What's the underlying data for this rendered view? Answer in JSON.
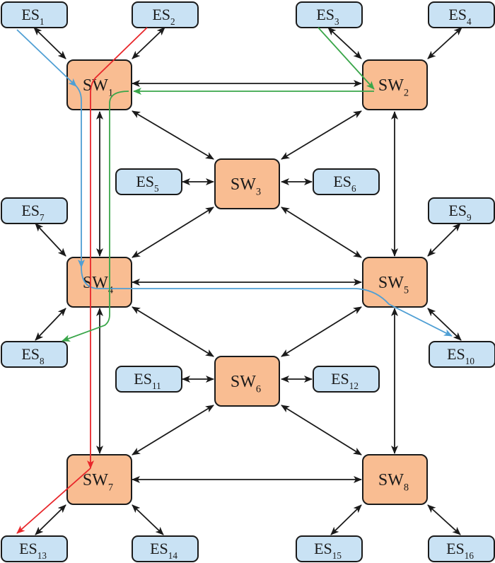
{
  "diagram": {
    "type": "network-topology",
    "colors": {
      "switch_fill": "#f9bd92",
      "end_system_fill": "#c9e2f4",
      "stroke": "#1a1a1a",
      "link": "#1a1a1a",
      "flow_blue": "#4f9fd4",
      "flow_red": "#e8262a",
      "flow_green": "#3aa64a"
    },
    "switches": [
      {
        "id": "SW1",
        "base": "SW",
        "sub": "1"
      },
      {
        "id": "SW2",
        "base": "SW",
        "sub": "2"
      },
      {
        "id": "SW3",
        "base": "SW",
        "sub": "3"
      },
      {
        "id": "SW4",
        "base": "SW",
        "sub": "4"
      },
      {
        "id": "SW5",
        "base": "SW",
        "sub": "5"
      },
      {
        "id": "SW6",
        "base": "SW",
        "sub": "6"
      },
      {
        "id": "SW7",
        "base": "SW",
        "sub": "7"
      },
      {
        "id": "SW8",
        "base": "SW",
        "sub": "8"
      }
    ],
    "end_systems": [
      {
        "id": "ES1",
        "base": "ES",
        "sub": "1",
        "switch": "SW1"
      },
      {
        "id": "ES2",
        "base": "ES",
        "sub": "2",
        "switch": "SW1"
      },
      {
        "id": "ES3",
        "base": "ES",
        "sub": "3",
        "switch": "SW2"
      },
      {
        "id": "ES4",
        "base": "ES",
        "sub": "4",
        "switch": "SW2"
      },
      {
        "id": "ES5",
        "base": "ES",
        "sub": "5",
        "switch": "SW3"
      },
      {
        "id": "ES6",
        "base": "ES",
        "sub": "6",
        "switch": "SW3"
      },
      {
        "id": "ES7",
        "base": "ES",
        "sub": "7",
        "switch": "SW4"
      },
      {
        "id": "ES8",
        "base": "ES",
        "sub": "8",
        "switch": "SW4"
      },
      {
        "id": "ES9",
        "base": "ES",
        "sub": "9",
        "switch": "SW5"
      },
      {
        "id": "ES10",
        "base": "ES",
        "sub": "10",
        "switch": "SW5"
      },
      {
        "id": "ES11",
        "base": "ES",
        "sub": "11",
        "switch": "SW6"
      },
      {
        "id": "ES12",
        "base": "ES",
        "sub": "12",
        "switch": "SW6"
      },
      {
        "id": "ES13",
        "base": "ES",
        "sub": "13",
        "switch": "SW7"
      },
      {
        "id": "ES14",
        "base": "ES",
        "sub": "14",
        "switch": "SW7"
      },
      {
        "id": "ES15",
        "base": "ES",
        "sub": "15",
        "switch": "SW8"
      },
      {
        "id": "ES16",
        "base": "ES",
        "sub": "16",
        "switch": "SW8"
      }
    ],
    "switch_links": [
      [
        "SW1",
        "SW2"
      ],
      [
        "SW1",
        "SW4"
      ],
      [
        "SW1",
        "SW3"
      ],
      [
        "SW2",
        "SW3"
      ],
      [
        "SW2",
        "SW5"
      ],
      [
        "SW3",
        "SW4"
      ],
      [
        "SW3",
        "SW5"
      ],
      [
        "SW4",
        "SW5"
      ],
      [
        "SW4",
        "SW6"
      ],
      [
        "SW5",
        "SW6"
      ],
      [
        "SW4",
        "SW7"
      ],
      [
        "SW5",
        "SW8"
      ],
      [
        "SW6",
        "SW7"
      ],
      [
        "SW6",
        "SW8"
      ],
      [
        "SW7",
        "SW8"
      ]
    ],
    "flows": [
      {
        "name": "blue-flow",
        "color": "flow_blue",
        "path": [
          "ES1",
          "SW1",
          "SW4",
          "SW5",
          "ES10"
        ]
      },
      {
        "name": "red-flow",
        "color": "flow_red",
        "path": [
          "ES2",
          "SW1",
          "SW4",
          "SW7",
          "ES13"
        ]
      },
      {
        "name": "green-flow",
        "color": "flow_green",
        "path": [
          "ES3",
          "SW2",
          "SW1",
          "SW4",
          "ES8"
        ]
      }
    ]
  }
}
